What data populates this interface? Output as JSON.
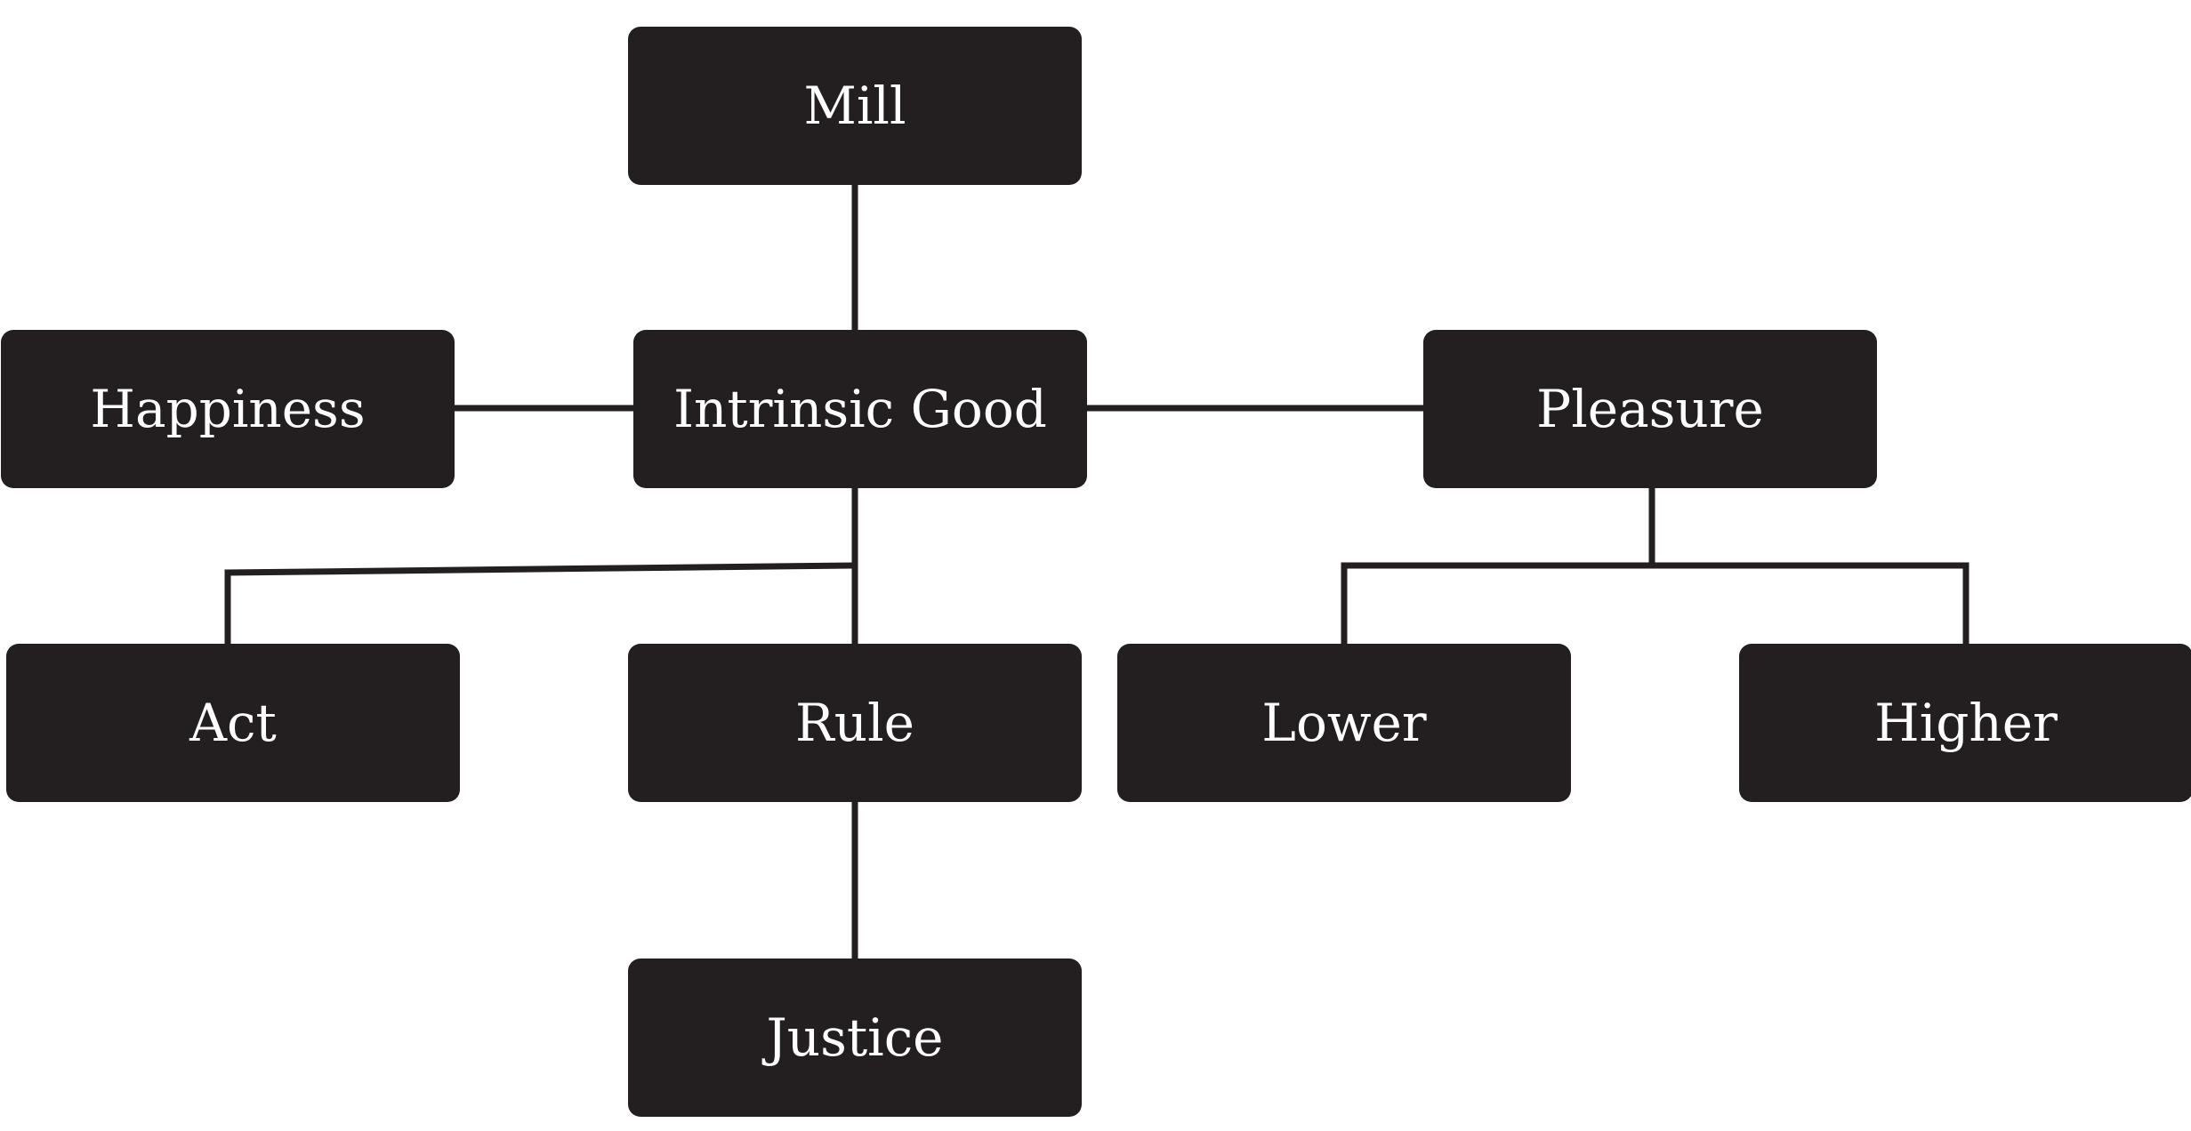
{
  "diagram": {
    "colors": {
      "node_fill": "#231f20",
      "node_text": "#ffffff",
      "connector": "#231f20",
      "background": "#ffffff"
    },
    "nodes": {
      "mill": "Mill",
      "happiness": "Happiness",
      "intrinsic_good": "Intrinsic Good",
      "pleasure": "Pleasure",
      "act": "Act",
      "rule": "Rule",
      "lower": "Lower",
      "higher": "Higher",
      "justice": "Justice"
    },
    "edges": [
      {
        "from": "Mill",
        "to": "Intrinsic Good"
      },
      {
        "from": "Intrinsic Good",
        "to": "Happiness"
      },
      {
        "from": "Intrinsic Good",
        "to": "Pleasure"
      },
      {
        "from": "Intrinsic Good",
        "to": "Act"
      },
      {
        "from": "Intrinsic Good",
        "to": "Rule"
      },
      {
        "from": "Rule",
        "to": "Justice"
      },
      {
        "from": "Pleasure",
        "to": "Lower"
      },
      {
        "from": "Pleasure",
        "to": "Higher"
      }
    ]
  }
}
